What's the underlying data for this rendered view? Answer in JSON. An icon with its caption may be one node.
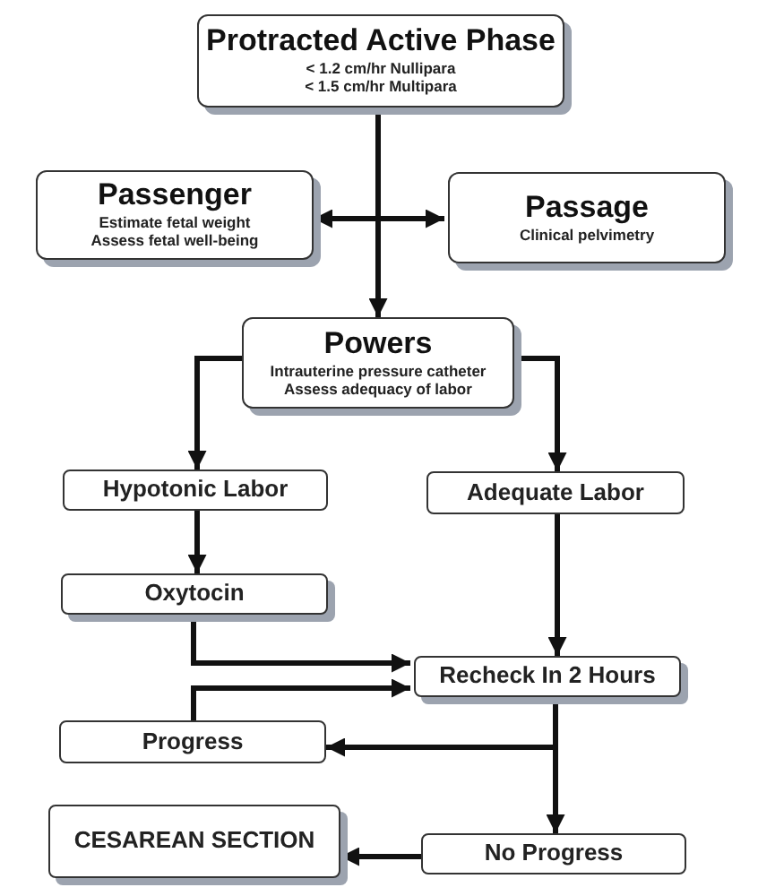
{
  "diagram": {
    "nodes": [
      {
        "text": [
          "Protracted Active Phase",
          "< 1.2 cm/hr Nullipara",
          "< 1.5 cm/hr Multipara"
        ]
      },
      {
        "text": [
          "Passenger",
          "Estimate fetal weight",
          "Assess fetal well-being"
        ]
      },
      {
        "text": [
          "Passage",
          "Clinical pelvimetry"
        ]
      },
      {
        "text": [
          "Powers",
          "Intrauterine pressure catheter",
          "Assess adequacy of labor"
        ]
      },
      {
        "text": [
          "Hypotonic Labor"
        ]
      },
      {
        "text": [
          "Adequate Labor"
        ]
      },
      {
        "text": [
          "Oxytocin"
        ]
      },
      {
        "text": [
          "Recheck In 2 Hours"
        ]
      },
      {
        "text": [
          "Progress"
        ]
      },
      {
        "text": [
          "CESAREAN SECTION"
        ]
      },
      {
        "text": [
          "No Progress"
        ]
      }
    ],
    "edges": [
      {
        "from": 0,
        "to": 3,
        "arrow": "to"
      },
      {
        "from": 0,
        "to": 1,
        "arrow": "to"
      },
      {
        "from": 0,
        "to": 2,
        "arrow": "to"
      },
      {
        "from": 3,
        "to": 4,
        "arrow": "to"
      },
      {
        "from": 3,
        "to": 5,
        "arrow": "to"
      },
      {
        "from": 4,
        "to": 6,
        "arrow": "to"
      },
      {
        "from": 5,
        "to": 7,
        "arrow": "to"
      },
      {
        "from": 6,
        "to": 7,
        "arrow": "to"
      },
      {
        "from": 8,
        "to": 7,
        "arrow": "to"
      },
      {
        "from": 7,
        "to": 8,
        "arrow": "to"
      },
      {
        "from": 7,
        "to": 10,
        "arrow": "to"
      },
      {
        "from": 10,
        "to": 9,
        "arrow": "to"
      }
    ]
  }
}
